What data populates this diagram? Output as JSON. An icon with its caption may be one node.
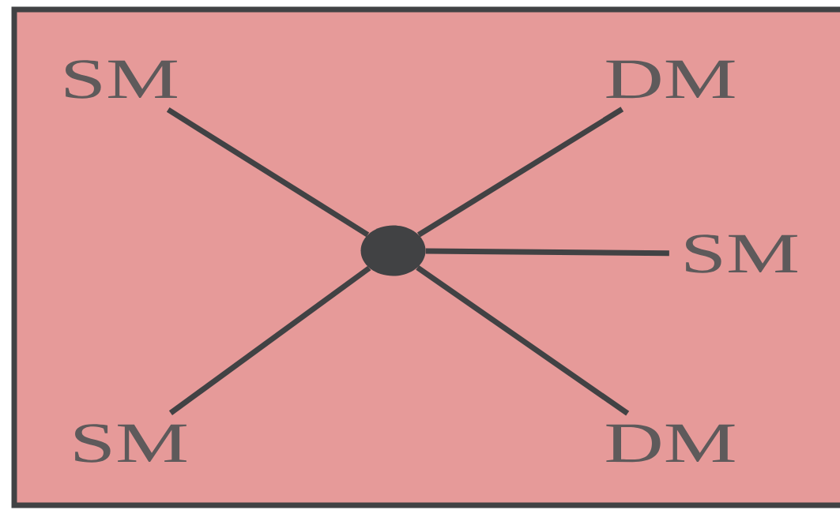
{
  "diagram": {
    "nodes": [
      {
        "text": [],
        "shape": "box"
      },
      {
        "text": [
          "SM"
        ],
        "in": 0
      },
      {
        "text": [
          "DM"
        ],
        "in": 0
      },
      {
        "text": [
          "SM"
        ],
        "in": 0
      },
      {
        "text": [
          "SM"
        ],
        "in": 0
      },
      {
        "text": [
          "DM"
        ],
        "in": 0
      },
      {
        "text": [],
        "shape": "circle",
        "in": 0
      }
    ],
    "edges": [
      {
        "from": 6,
        "to": 1,
        "arrow": "none"
      },
      {
        "from": 6,
        "to": 2,
        "arrow": "none"
      },
      {
        "from": 6,
        "to": 3,
        "arrow": "none"
      },
      {
        "from": 6,
        "to": 4,
        "arrow": "none"
      },
      {
        "from": 6,
        "to": 5,
        "arrow": "none"
      }
    ]
  }
}
